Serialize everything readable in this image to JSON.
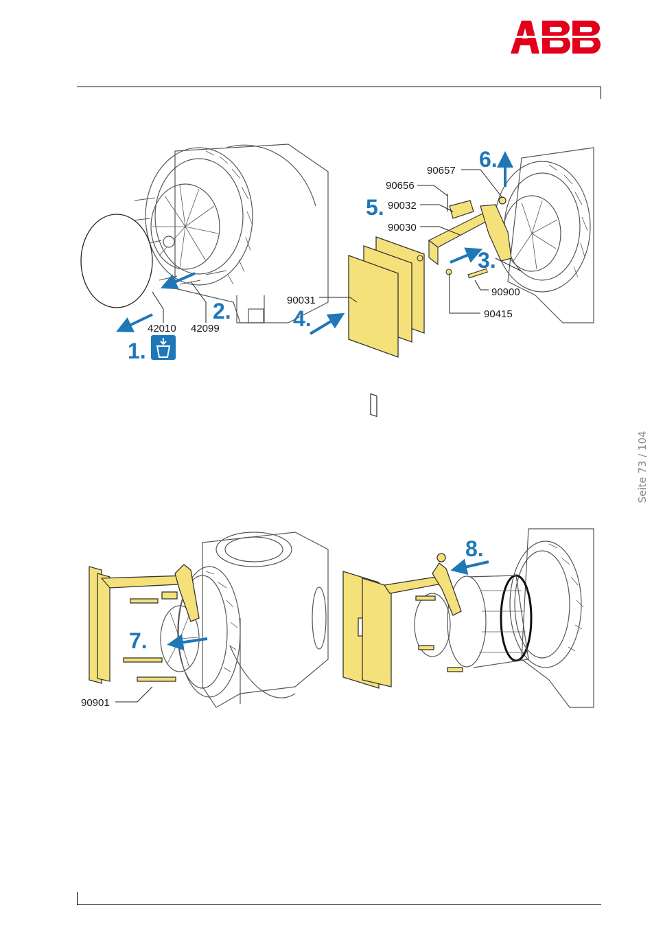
{
  "header": {
    "brand": "ABB",
    "brand_color": "#e2001a"
  },
  "sidebar": {
    "page_number": "Seite 73 / 104"
  },
  "colors": {
    "step_blue": "#1e78b8",
    "tool_yellow": "#f5e17a",
    "line_gray": "#555555"
  },
  "figure_top": {
    "steps": [
      "1.",
      "2.",
      "3.",
      "4.",
      "5.",
      "6."
    ],
    "callouts": [
      "42010",
      "42099",
      "90657",
      "90656",
      "90032",
      "90030",
      "90031",
      "90900",
      "90415"
    ],
    "dispose_icon": "waste-disposal-icon"
  },
  "figure_bottom": {
    "steps": [
      "7.",
      "8."
    ],
    "callouts": [
      "90901"
    ]
  }
}
